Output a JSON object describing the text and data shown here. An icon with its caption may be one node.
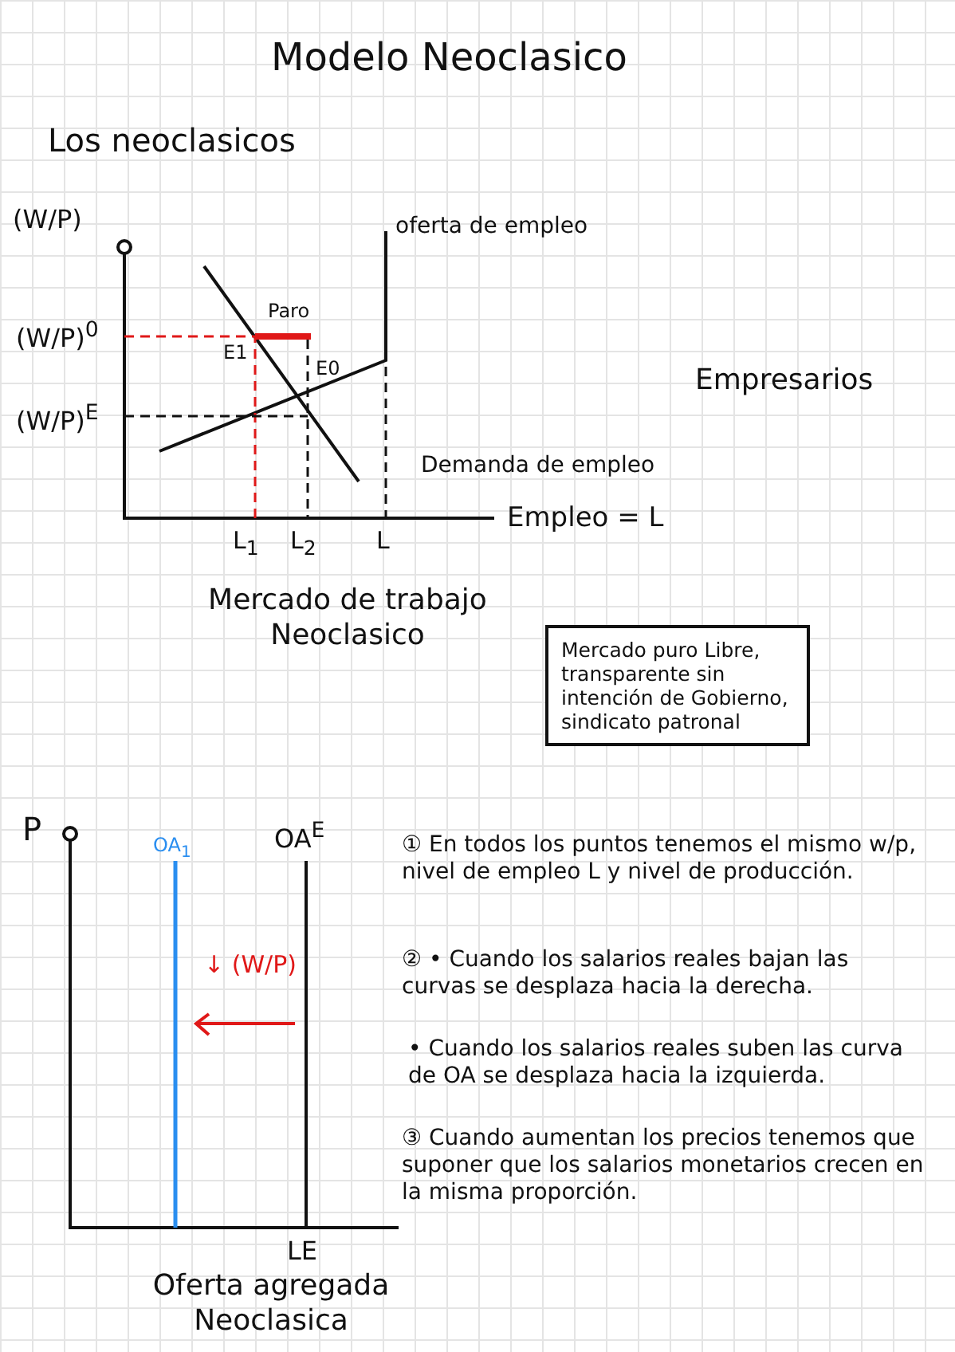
{
  "diagram": {
    "title": "Modelo Neoclasico",
    "nodes": [
      {
        "text": [
          "Mercado puro Libre, transparente sin intención de Gobierno, sindicato patronal"
        ]
      }
    ],
    "labels": [
      "Los neoclasicos",
      "(W/P)",
      "oferta de empleo",
      "Paro",
      "(W/P)$^{0}$",
      "E1",
      "E0",
      "Empresarios",
      "(W/P)$^{E}$",
      "Demanda de empleo",
      "Empleo = L",
      "L$_{1}$",
      "L$_{2}$",
      "L",
      "Mercado de trabajo Neoclasico",
      "P",
      "OA$_{1}$",
      "OA$^{E}$",
      "↓ (W/P)",
      "① En todos los puntos tenemos el mismo w/p, nivel de empleo L y nivel de producción.",
      "② • Cuando los salarios reales bajan las curvas se desplaza hacia la derecha.",
      "• Cuando los salarios reales suben las curva de OA se desplaza hacia la izquierda.",
      "③ Cuando aumentan los precios tenemos que suponer que los salarios monetarios crecen en la misma proporción.",
      "LE",
      "Oferta agregada Neoclasica"
    ]
  }
}
